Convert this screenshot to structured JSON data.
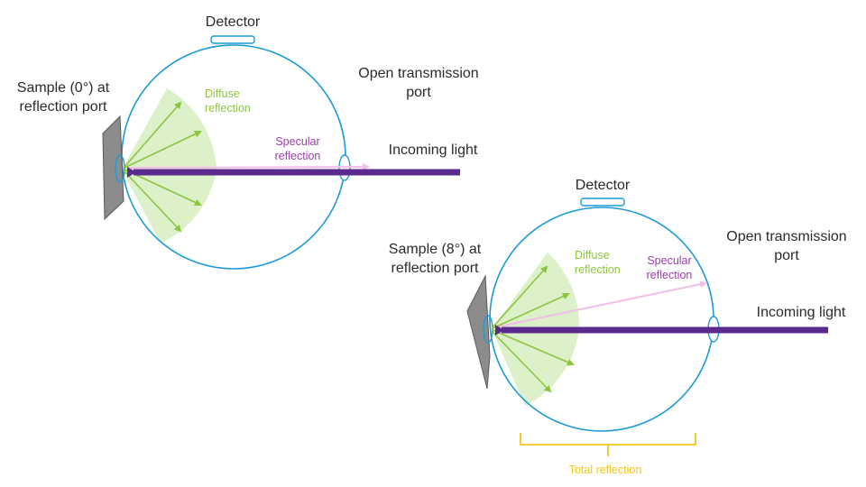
{
  "colors": {
    "sphere": "#1c9ad6",
    "incoming": "#5b2a8c",
    "specular": "#f2bde8",
    "diffuse_fill": "#d8efc4",
    "diffuse_arrow": "#8cc63f",
    "sample_face": "#8c8c8c",
    "sample_edge": "#5a5a5a",
    "bracket": "#f5c518"
  },
  "diagram_a": {
    "detector": "Detector",
    "sample_line1": "Sample (0°) at",
    "sample_line2": "reflection port",
    "open_line1": "Open transmission",
    "open_line2": "port",
    "incoming": "Incoming light",
    "specular_line1": "Specular",
    "specular_line2": "reflection",
    "diffuse_line1": "Diffuse",
    "diffuse_line2": "reflection"
  },
  "diagram_b": {
    "detector": "Detector",
    "sample_line1": "Sample (8°) at",
    "sample_line2": "reflection port",
    "open_line1": "Open transmission",
    "open_line2": "port",
    "incoming": "Incoming light",
    "specular_line1": "Specular",
    "specular_line2": "reflection",
    "diffuse_line1": "Diffuse",
    "diffuse_line2": "reflection",
    "total": "Total reflection"
  }
}
